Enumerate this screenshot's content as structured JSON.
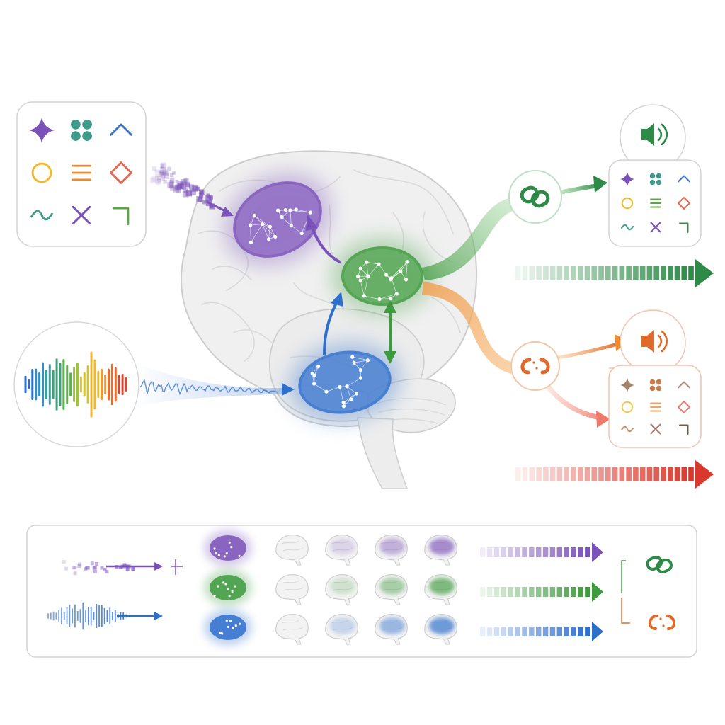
{
  "colors": {
    "visual": "#7b52b9",
    "integration": "#3e9a3e",
    "auditory": "#2f6fcc",
    "match": "#2d8a47",
    "mismatch": "#e06a2c",
    "error": "#d9382c",
    "brain_outline": "#cfcfcf",
    "panel_border": "#d4d4d4"
  },
  "symbols": {
    "input_grid": [
      {
        "icon": "sparkle-icon",
        "color": "#7b52b9"
      },
      {
        "icon": "four-dots-icon",
        "color": "#3f9a8c"
      },
      {
        "icon": "caret-up-icon",
        "color": "#3a77c0"
      },
      {
        "icon": "circle-icon",
        "color": "#f2b828"
      },
      {
        "icon": "three-lines-icon",
        "color": "#ef8a2a"
      },
      {
        "icon": "diamond-icon",
        "color": "#e8654f"
      },
      {
        "icon": "wave-icon",
        "color": "#3f9a8c"
      },
      {
        "icon": "x-icon",
        "color": "#7b52b9"
      },
      {
        "icon": "corner-icon",
        "color": "#58a840"
      }
    ],
    "match_grid_colors": [
      "#7b52b9",
      "#3f9a8c",
      "#3a77c0",
      "#f2b828",
      "#58a840",
      "#e8654f",
      "#3f9a8c",
      "#7b52b9",
      "#3d8a4a"
    ],
    "mismatch_grid_colors": [
      "#a5846a",
      "#c77a4a",
      "#b08a7a",
      "#f2c84a",
      "#f3a35a",
      "#ef7a70",
      "#c8906a",
      "#a57a6a",
      "#7a5a4a"
    ]
  },
  "regions": [
    {
      "name": "visual-region",
      "color": "#7b52b9"
    },
    {
      "name": "integration-region",
      "color": "#3e9a3e"
    },
    {
      "name": "auditory-region",
      "color": "#2f6fcc"
    }
  ],
  "timeline": {
    "rows": [
      {
        "name": "visual",
        "color": "#7b52b9",
        "activation": [
          0,
          0.25,
          0.55,
          0.85
        ]
      },
      {
        "name": "integration",
        "color": "#3e9a3e",
        "activation": [
          0,
          0.25,
          0.55,
          0.85
        ]
      },
      {
        "name": "auditory",
        "color": "#2f6fcc",
        "activation": [
          0,
          0.3,
          0.6,
          0.9
        ]
      }
    ]
  }
}
